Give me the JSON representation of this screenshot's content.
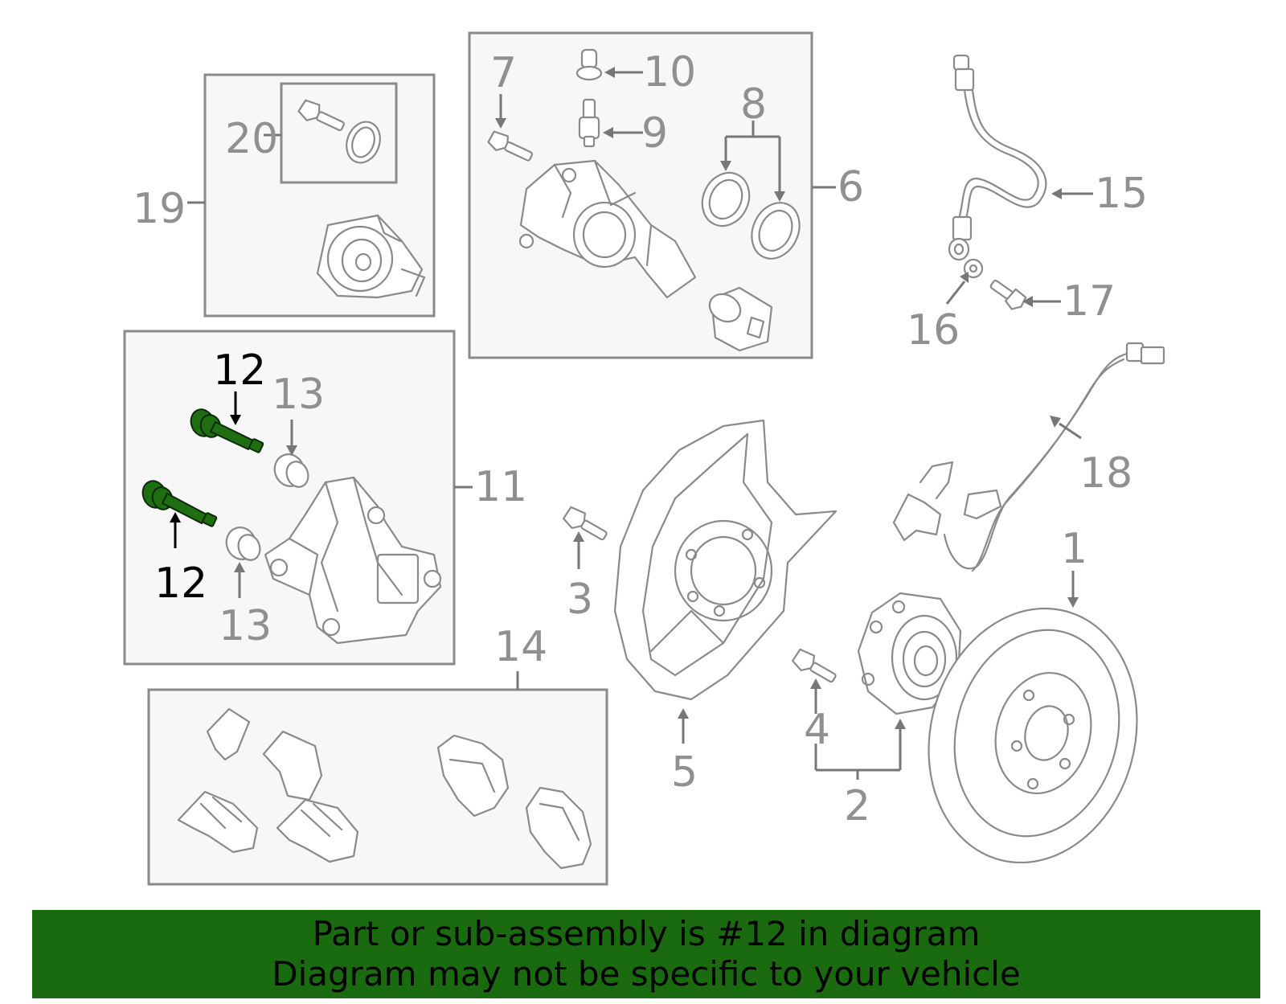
{
  "callouts": {
    "c1": "1",
    "c2": "2",
    "c3": "3",
    "c4": "4",
    "c5": "5",
    "c6": "6",
    "c7": "7",
    "c8": "8",
    "c9": "9",
    "c10": "10",
    "c11": "11",
    "c12a": "12",
    "c12b": "12",
    "c13a": "13",
    "c13b": "13",
    "c14": "14",
    "c15": "15",
    "c16": "16",
    "c17": "17",
    "c18": "18",
    "c19": "19",
    "c20": "20"
  },
  "highlighted_part": "12",
  "colors": {
    "highlight_part": "#1f6e12",
    "banner_background": "#1a6b10",
    "diagram_line": "#8a8a8a",
    "callout_text": "#909090",
    "highlight_callout_text": "#000000"
  },
  "banner": {
    "line1": "Part or sub-assembly is #12 in diagram",
    "line2": "Diagram may not be specific to your vehicle"
  }
}
